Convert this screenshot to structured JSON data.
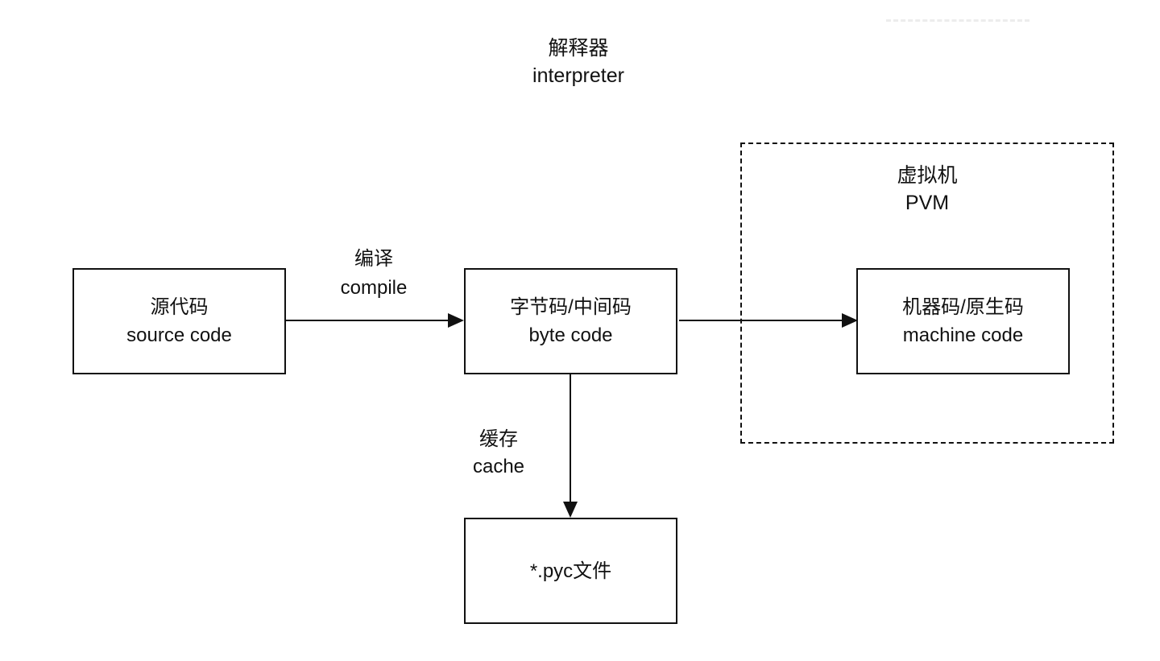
{
  "diagram": {
    "title": {
      "zh": "解释器",
      "en": "interpreter"
    },
    "container": {
      "zh": "虚拟机",
      "en": "PVM"
    },
    "nodes": {
      "source": {
        "zh": "源代码",
        "en": "source code"
      },
      "byte": {
        "zh": "字节码/中间码",
        "en": "byte code"
      },
      "machine": {
        "zh": "机器码/原生码",
        "en": "machine code"
      },
      "pyc": {
        "zh": "*.pyc文件"
      }
    },
    "edges": {
      "compile": {
        "zh": "编译",
        "en": "compile",
        "from": "source code",
        "to": "byte code"
      },
      "execute": {
        "from": "byte code",
        "to": "machine code"
      },
      "cache": {
        "zh": "缓存",
        "en": "cache",
        "from": "byte code",
        "to": "*.pyc file"
      }
    },
    "colors": {
      "stroke": "#111111",
      "background": "#ffffff",
      "faint_artifact": "#ececec"
    }
  }
}
